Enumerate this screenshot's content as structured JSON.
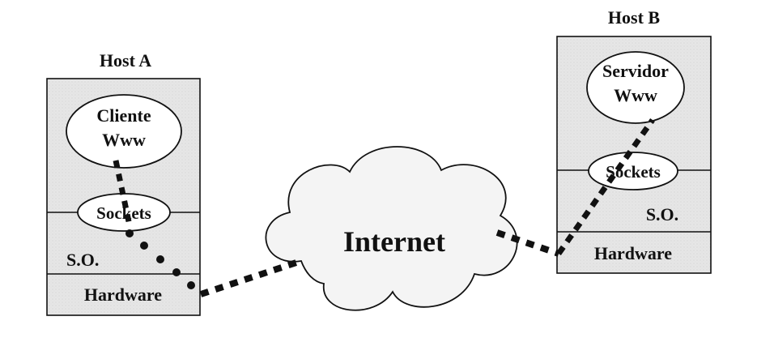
{
  "host_a": {
    "title": "Host A",
    "client_line1": "Cliente",
    "client_line2": "Www",
    "sockets": "Sockets",
    "os": "S.O.",
    "hardware": "Hardware"
  },
  "host_b": {
    "title": "Host B",
    "server_line1": "Servidor",
    "server_line2": "Www",
    "sockets": "Sockets",
    "os": "S.O.",
    "hardware": "Hardware"
  },
  "network": {
    "label": "Internet"
  },
  "colors": {
    "stroke": "#111111",
    "box_fill": "#e9e9e9",
    "cloud_fill": "#f4f4f4"
  }
}
